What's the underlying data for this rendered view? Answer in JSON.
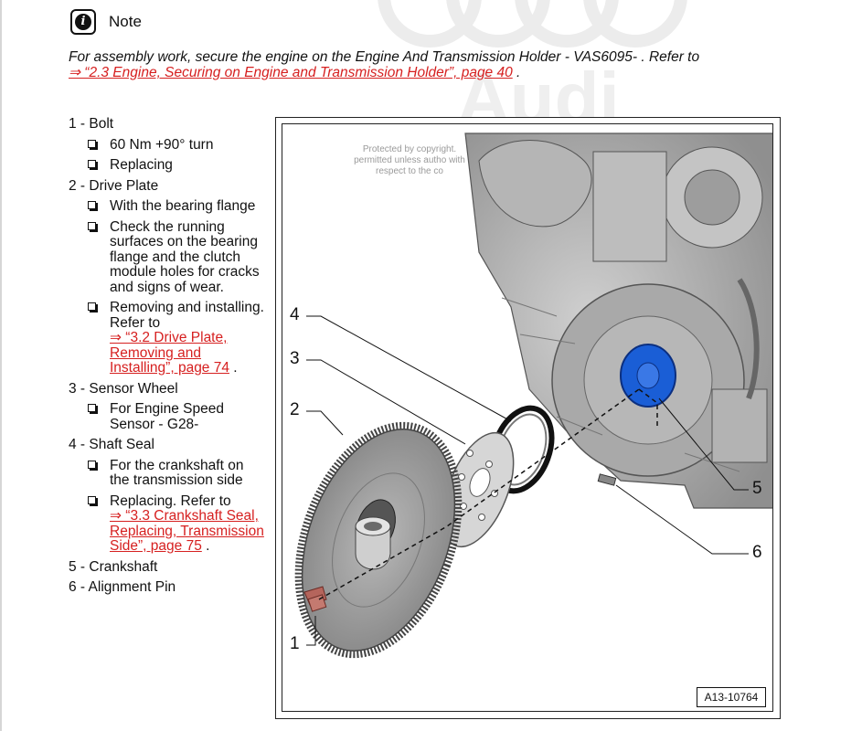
{
  "note": {
    "icon": "info-icon",
    "title": "Note",
    "text": "For assembly work, secure the engine on the Engine And Transmission Holder - VAS6095- . Refer to",
    "link": "⇒ “2.3 Engine, Securing on Engine and Transmission Holder”, page 40",
    "suffix": "."
  },
  "parts": [
    {
      "title": "1 - Bolt",
      "bullets": [
        {
          "text": "60 Nm +90° turn"
        },
        {
          "text": "Replacing"
        }
      ]
    },
    {
      "title": "2 - Drive Plate",
      "bullets": [
        {
          "text": "With the bearing flange"
        },
        {
          "text": "Check the running surfaces on the bearing flange and the clutch module holes for cracks and signs of wear."
        },
        {
          "text": "Removing and installing. Refer to",
          "link": "⇒ “3.2 Drive Plate, Removing and Installing”, page 74",
          "suffix": "."
        }
      ]
    },
    {
      "title": "3 - Sensor Wheel",
      "bullets": [
        {
          "text": "For Engine Speed Sensor - G28-"
        }
      ]
    },
    {
      "title": "4 - Shaft Seal",
      "bullets": [
        {
          "text": "For the crankshaft on the transmission side"
        },
        {
          "text": "Replacing. Refer to",
          "link": "⇒ “3.3 Crankshaft Seal, Replacing, Transmission Side”, page 75",
          "suffix": "."
        }
      ]
    },
    {
      "title": "5 - Crankshaft",
      "bullets": []
    },
    {
      "title": "6 - Alignment Pin",
      "bullets": []
    }
  ],
  "figure": {
    "copyright": "Protected by copyright. permitted unless autho with respect to the co",
    "callouts": [
      "4",
      "3",
      "2",
      "1",
      "5",
      "6"
    ],
    "code": "A13-10764"
  }
}
